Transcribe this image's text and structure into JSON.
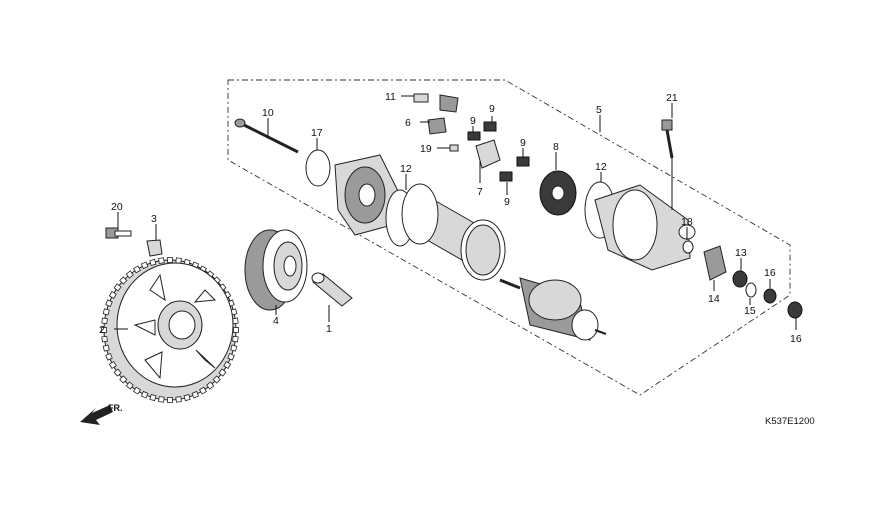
{
  "diagram": {
    "code": "K537E1200",
    "direction_label": "FR.",
    "callouts": {
      "c1": "1",
      "c2": "2",
      "c3": "3",
      "c4": "4",
      "c5": "5",
      "c6": "6",
      "c7": "7",
      "c8": "8",
      "c9a": "9",
      "c9b": "9",
      "c9c": "9",
      "c9d": "9",
      "c10": "10",
      "c11": "11",
      "c12a": "12",
      "c12b": "12",
      "c13": "13",
      "c14": "14",
      "c15": "15",
      "c16a": "16",
      "c16b": "16",
      "c17": "17",
      "c18": "18",
      "c19": "19",
      "c20": "20",
      "c21": "21"
    }
  }
}
